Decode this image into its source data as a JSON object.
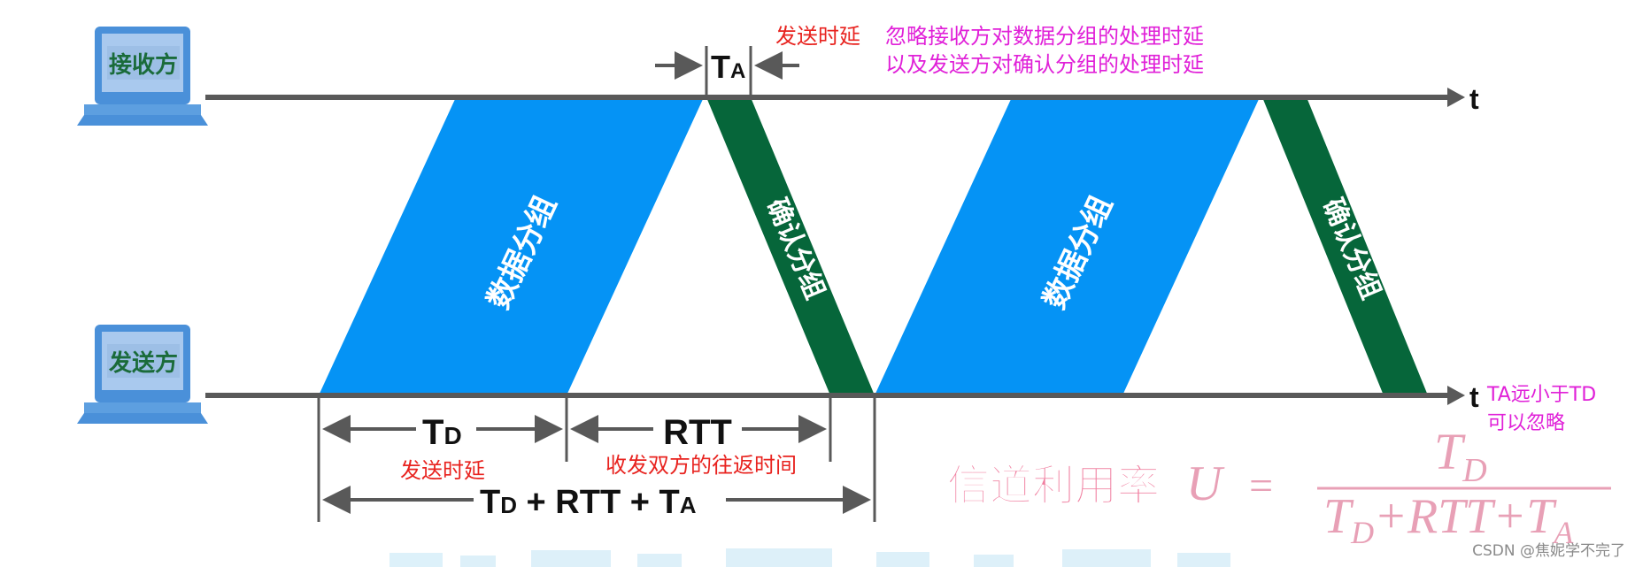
{
  "labels": {
    "receiver": "接收方",
    "sender": "发送方",
    "t_axis": "t",
    "ta_top": "T",
    "ta_top_sub": "A",
    "send_delay_top": "发送时延",
    "note_line1": "忽略接收方对数据分组的处理时延",
    "note_line2": "以及发送方对确认分组的处理时延",
    "data_packet": "数据分组",
    "ack_packet": "确认分组",
    "td": "T",
    "td_sub": "D",
    "rtt": "RTT",
    "send_delay_bottom": "发送时延",
    "round_trip": "收发双方的往返时间",
    "total_T1": "T",
    "total_D": "D",
    "total_plus1": " + RTT + ",
    "total_T2": "T",
    "total_A": "A",
    "ta_note1": "TA远小于TD",
    "ta_note2": "可以忽略",
    "formula_label": "信道利用率",
    "formula_U": "U",
    "formula_eq": "=",
    "formula_num_T": "T",
    "formula_num_sub": "D",
    "formula_den_T1": "T",
    "formula_den_D": "D",
    "formula_den_plus1": "+RTT+",
    "formula_den_T2": "T",
    "formula_den_A": "A",
    "watermark": "CSDN @焦妮学不完了"
  },
  "colors": {
    "data_packet": "#0593f5",
    "ack_packet": "#06663a",
    "axis": "#595959",
    "red_text": "#e8231f",
    "magenta_text": "#e020d8",
    "formula": "#e8a0b6",
    "formula_label": "#f07fa0",
    "laptop": "#4a90d9",
    "laptop_screen": "#8fb8e8",
    "label_green": "#1a6b3a"
  },
  "icons": [
    "laptop-icon",
    "laptop-icon"
  ]
}
